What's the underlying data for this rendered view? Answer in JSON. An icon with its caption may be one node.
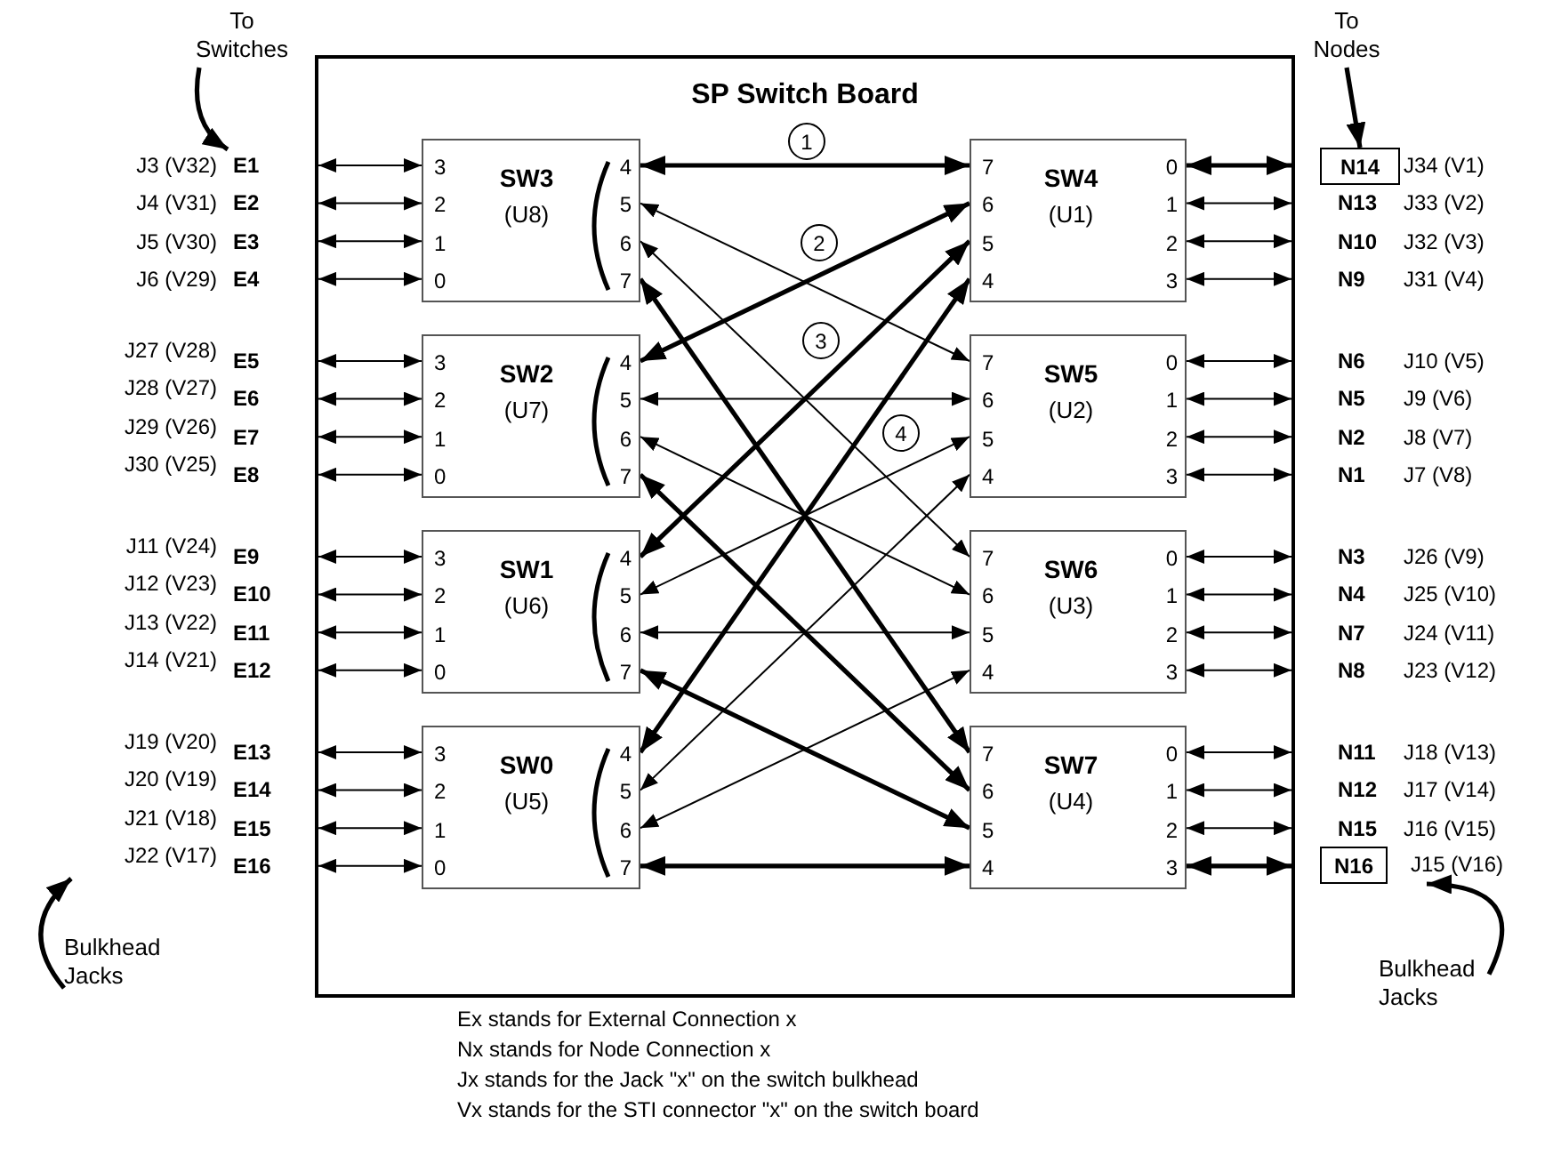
{
  "diagram": {
    "nodes": [
      {
        "text": [
          "To Switches"
        ]
      },
      {
        "text": [
          "To Nodes"
        ]
      },
      {
        "text": [
          "SP Switch Board"
        ]
      },
      {
        "text": [
          "SW3",
          "(U8)",
          "3",
          "2",
          "1",
          "0",
          "4",
          "5",
          "6",
          "7"
        ],
        "in": 2
      },
      {
        "text": [
          "1"
        ],
        "in": 2
      },
      {
        "text": [
          "SW4",
          "(U1)",
          "7",
          "6",
          "5",
          "4",
          "0",
          "1",
          "2",
          "3"
        ],
        "in": 2
      },
      {
        "text": [
          "2"
        ],
        "in": 2
      },
      {
        "text": [
          "SW2",
          "(U7)",
          "3",
          "2",
          "1",
          "0",
          "4",
          "5",
          "6",
          "7"
        ],
        "in": 2
      },
      {
        "text": [
          "3"
        ],
        "in": 2
      },
      {
        "text": [
          "SW5",
          "(U2)",
          "7",
          "6",
          "5",
          "4",
          "0",
          "1",
          "2",
          "3"
        ],
        "in": 2
      },
      {
        "text": [
          "4"
        ],
        "in": 2
      },
      {
        "text": [
          "SW1",
          "(U6)",
          "3",
          "2",
          "1",
          "0",
          "4",
          "5",
          "6",
          "7"
        ],
        "in": 2
      },
      {
        "text": [
          "SW6",
          "(U3)",
          "7",
          "6",
          "5",
          "4",
          "0",
          "1",
          "2",
          "3"
        ],
        "in": 2
      },
      {
        "text": [
          "SW0",
          "(U5)",
          "3",
          "2",
          "1",
          "0",
          "4",
          "5",
          "6",
          "7"
        ],
        "in": 2
      },
      {
        "text": [
          "SW7",
          "(U4)",
          "7",
          "6",
          "5",
          "4",
          "0",
          "1",
          "2",
          "3"
        ],
        "in": 2
      },
      {
        "text": [
          "N14"
        ],
        "beside": [
          "J34 (V1)"
        ]
      },
      {
        "text": [
          "N16"
        ]
      },
      {
        "text": [
          "Bulkhead Jacks"
        ]
      },
      {
        "text": [
          "Bulkhead Jacks"
        ]
      },
      {
        "text": [
          "E1"
        ]
      },
      {
        "text": [
          "J22 (V17)"
        ]
      },
      {
        "text": [
          "J15 (V16)"
        ]
      }
    ],
    "edges": [
      {
        "from": 3,
        "to": 5,
        "arrow": "both",
        "style": "thick"
      },
      {
        "from": 3,
        "to": 9,
        "arrow": "both"
      },
      {
        "from": 3,
        "to": 12,
        "arrow": "both"
      },
      {
        "from": 3,
        "to": 14,
        "arrow": "both",
        "style": "thick"
      },
      {
        "from": 7,
        "to": 5,
        "arrow": "both",
        "style": "thick"
      },
      {
        "from": 7,
        "to": 9,
        "arrow": "both"
      },
      {
        "from": 7,
        "to": 12,
        "arrow": "both"
      },
      {
        "from": 7,
        "to": 14,
        "arrow": "both",
        "style": "thick"
      },
      {
        "from": 11,
        "to": 5,
        "arrow": "both",
        "style": "thick"
      },
      {
        "from": 11,
        "to": 9,
        "arrow": "both"
      },
      {
        "from": 11,
        "to": 12,
        "arrow": "both"
      },
      {
        "from": 11,
        "to": 14,
        "arrow": "both",
        "style": "thick"
      },
      {
        "from": 13,
        "to": 5,
        "arrow": "both",
        "style": "thick"
      },
      {
        "from": 13,
        "to": 9,
        "arrow": "both"
      },
      {
        "from": 13,
        "to": 12,
        "arrow": "both"
      },
      {
        "from": 13,
        "to": 14,
        "arrow": "both",
        "style": "thick"
      },
      {
        "from": 2,
        "to": 3,
        "arrow": "both"
      },
      {
        "from": 2,
        "to": 3,
        "arrow": "both"
      },
      {
        "from": 2,
        "to": 3,
        "arrow": "both"
      },
      {
        "from": 2,
        "to": 3,
        "arrow": "both"
      },
      {
        "from": 2,
        "to": 7,
        "arrow": "both"
      },
      {
        "from": 2,
        "to": 7,
        "arrow": "both"
      },
      {
        "from": 2,
        "to": 7,
        "arrow": "both"
      },
      {
        "from": 2,
        "to": 7,
        "arrow": "both"
      },
      {
        "from": 2,
        "to": 11,
        "arrow": "both"
      },
      {
        "from": 2,
        "to": 11,
        "arrow": "both"
      },
      {
        "from": 2,
        "to": 11,
        "arrow": "both"
      },
      {
        "from": 2,
        "to": 11,
        "arrow": "both"
      },
      {
        "from": 2,
        "to": 13,
        "arrow": "both"
      },
      {
        "from": 2,
        "to": 13,
        "arrow": "both"
      },
      {
        "from": 2,
        "to": 13,
        "arrow": "both"
      },
      {
        "from": 2,
        "to": 13,
        "arrow": "both"
      },
      {
        "from": 5,
        "to": 2,
        "arrow": "both",
        "style": "thick"
      },
      {
        "from": 5,
        "to": 2,
        "arrow": "both"
      },
      {
        "from": 5,
        "to": 2,
        "arrow": "both"
      },
      {
        "from": 5,
        "to": 2,
        "arrow": "both"
      },
      {
        "from": 9,
        "to": 2,
        "arrow": "both"
      },
      {
        "from": 9,
        "to": 2,
        "arrow": "both"
      },
      {
        "from": 9,
        "to": 2,
        "arrow": "both"
      },
      {
        "from": 9,
        "to": 2,
        "arrow": "both"
      },
      {
        "from": 12,
        "to": 2,
        "arrow": "both"
      },
      {
        "from": 12,
        "to": 2,
        "arrow": "both"
      },
      {
        "from": 12,
        "to": 2,
        "arrow": "both"
      },
      {
        "from": 12,
        "to": 2,
        "arrow": "both"
      },
      {
        "from": 14,
        "to": 2,
        "arrow": "both"
      },
      {
        "from": 14,
        "to": 2,
        "arrow": "both"
      },
      {
        "from": 14,
        "to": 2,
        "arrow": "both"
      },
      {
        "from": 14,
        "to": 2,
        "arrow": "both",
        "style": "thick"
      },
      {
        "from": 0,
        "to": 19,
        "arrow": "to",
        "style": "thick"
      },
      {
        "from": 1,
        "to": 15,
        "arrow": "to",
        "style": "thick"
      },
      {
        "from": 17,
        "to": 20,
        "arrow": "to",
        "style": "thick"
      },
      {
        "from": 18,
        "to": 21,
        "arrow": "to",
        "style": "thick"
      }
    ],
    "labels": [
      "J3 (V32)",
      "J4 (V31)",
      "E2",
      "J5 (V30)",
      "E3",
      "J6 (V29)",
      "E4",
      "J27 (V28)",
      "E5",
      "J28 (V27)",
      "E6",
      "J29 (V26)",
      "E7",
      "J30 (V25)",
      "E8",
      "J11 (V24)",
      "E9",
      "J12 (V23)",
      "E10",
      "J13 (V22)",
      "E11",
      "J14 (V21)",
      "E12",
      "J19 (V20)",
      "E13",
      "J20 (V19)",
      "E14",
      "J21 (V18)",
      "E15",
      "E16",
      "N13",
      "J33 (V2)",
      "N10",
      "J32 (V3)",
      "N9",
      "J31 (V4)",
      "N6",
      "J10 (V5)",
      "N5",
      "J9 (V6)",
      "N2",
      "J8 (V7)",
      "N1",
      "J7 (V8)",
      "N3",
      "J26 (V9)",
      "N4",
      "J25 (V10)",
      "N7",
      "J24 (V11)",
      "N8",
      "J23 (V12)",
      "N11",
      "J18 (V13)",
      "N12",
      "J17 (V14)",
      "N15",
      "J16 (V15)",
      "Ex stands for External Connection x",
      "Nx stands for Node Connection x",
      "Jx stands for the Jack \"x\" on the switch bulkhead",
      "Vx stands for the STI connector \"x\" on the switch board"
    ]
  }
}
